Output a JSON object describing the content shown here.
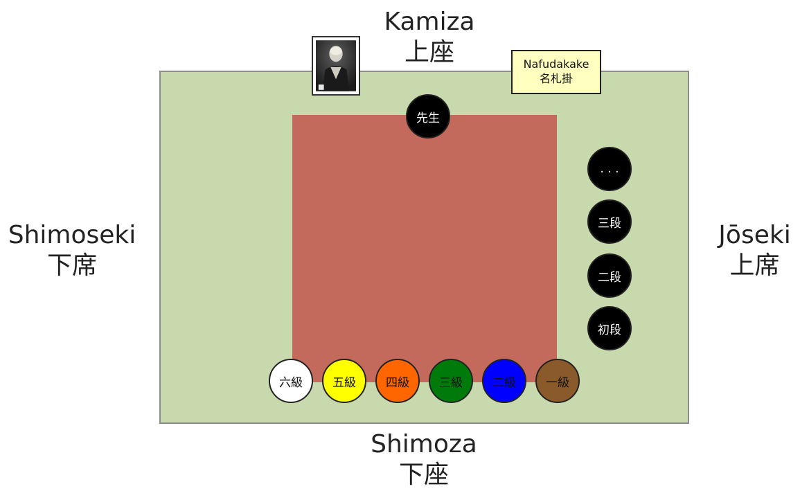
{
  "sides": {
    "kamiza": {
      "romaji": "Kamiza",
      "kanji": "上座"
    },
    "shimoza": {
      "romaji": "Shimoza",
      "kanji": "下座"
    },
    "shimoseki": {
      "romaji": "Shimoseki",
      "kanji": "下席"
    },
    "joseki": {
      "romaji": "Jōseki",
      "kanji": "上席"
    }
  },
  "nafudakake": {
    "romaji": "Nafudakake",
    "kanji": "名札掛"
  },
  "sensei": {
    "label": "先生"
  },
  "dan_column": [
    {
      "label": ". . ."
    },
    {
      "label": "三段"
    },
    {
      "label": "二段"
    },
    {
      "label": "初段"
    }
  ],
  "kyu_row": [
    {
      "label": "六級",
      "color": "#ffffff"
    },
    {
      "label": "五級",
      "color": "#ffff00"
    },
    {
      "label": "四級",
      "color": "#ff6600"
    },
    {
      "label": "三級",
      "color": "#007a0a"
    },
    {
      "label": "二級",
      "color": "#0000ff"
    },
    {
      "label": "一級",
      "color": "#8b5a2b"
    }
  ],
  "colors": {
    "mat": "#c9d9ae",
    "competition_area": "#c46a5c",
    "nafudakake": "#ffffc0"
  }
}
